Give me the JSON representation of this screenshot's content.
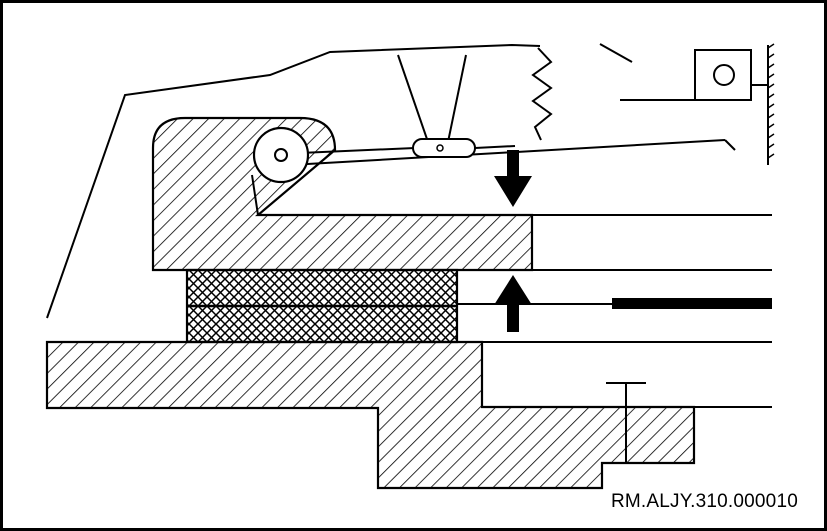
{
  "figure": {
    "reference_code": "RM.ALJY.310.000010",
    "line_color": "#000000",
    "background_color": "#ffffff",
    "parts": [
      {
        "name": "housing-outline",
        "fill": "none"
      },
      {
        "name": "hinged-block",
        "fill": "diagonal-hatch"
      },
      {
        "name": "compressible-pad",
        "fill": "cross-hatch"
      },
      {
        "name": "base-plate",
        "fill": "diagonal-hatch"
      },
      {
        "name": "lower-support-step",
        "fill": "diagonal-hatch"
      },
      {
        "name": "pivot-pin",
        "fill": "none"
      },
      {
        "name": "linkage-rod",
        "fill": "none"
      },
      {
        "name": "tension-spring",
        "fill": "none"
      },
      {
        "name": "mounting-bracket",
        "fill": "none"
      },
      {
        "name": "clamp-arm",
        "fill": "none"
      },
      {
        "name": "feeler-strip",
        "fill": "solid"
      }
    ],
    "arrows": [
      {
        "name": "press-down-arrow",
        "direction": "down"
      },
      {
        "name": "press-up-arrow",
        "direction": "up"
      }
    ]
  }
}
